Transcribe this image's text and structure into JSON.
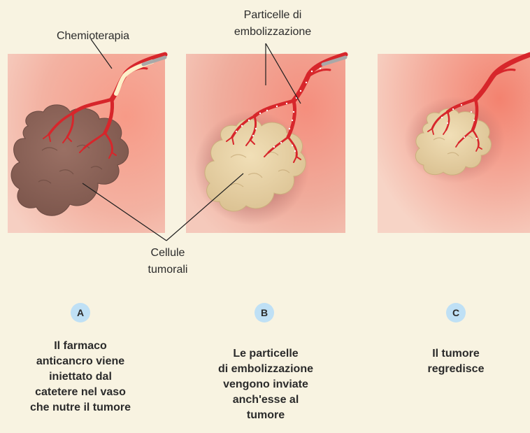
{
  "labels": {
    "chemo": "Chemioterapia",
    "particles_line1": "Particelle di",
    "particles_line2": "embolizzazione",
    "cells_line1": "Cellule",
    "cells_line2": "tumorali"
  },
  "steps": [
    {
      "badge": "A",
      "caption_lines": [
        "Il farmaco",
        "anticancro viene",
        "iniettato dal",
        "catetere nel vaso",
        "che nutre il tumore"
      ]
    },
    {
      "badge": "B",
      "caption_lines": [
        "Le particelle",
        "di embolizzazione",
        "vengono inviate",
        "anch'esse al",
        "tumore"
      ]
    },
    {
      "badge": "C",
      "caption_lines": [
        "Il tumore",
        "regredisce"
      ]
    }
  ],
  "colors": {
    "background": "#f8f3e1",
    "tissue": "#f2a79a",
    "vessel": "#d9262b",
    "tumor_untreated": "#8a6258",
    "tumor_treated": "#e8d2a6",
    "chemo": "#fdf0c9",
    "badge": "#bfe0f5",
    "catheter": "#a8a8a8"
  }
}
